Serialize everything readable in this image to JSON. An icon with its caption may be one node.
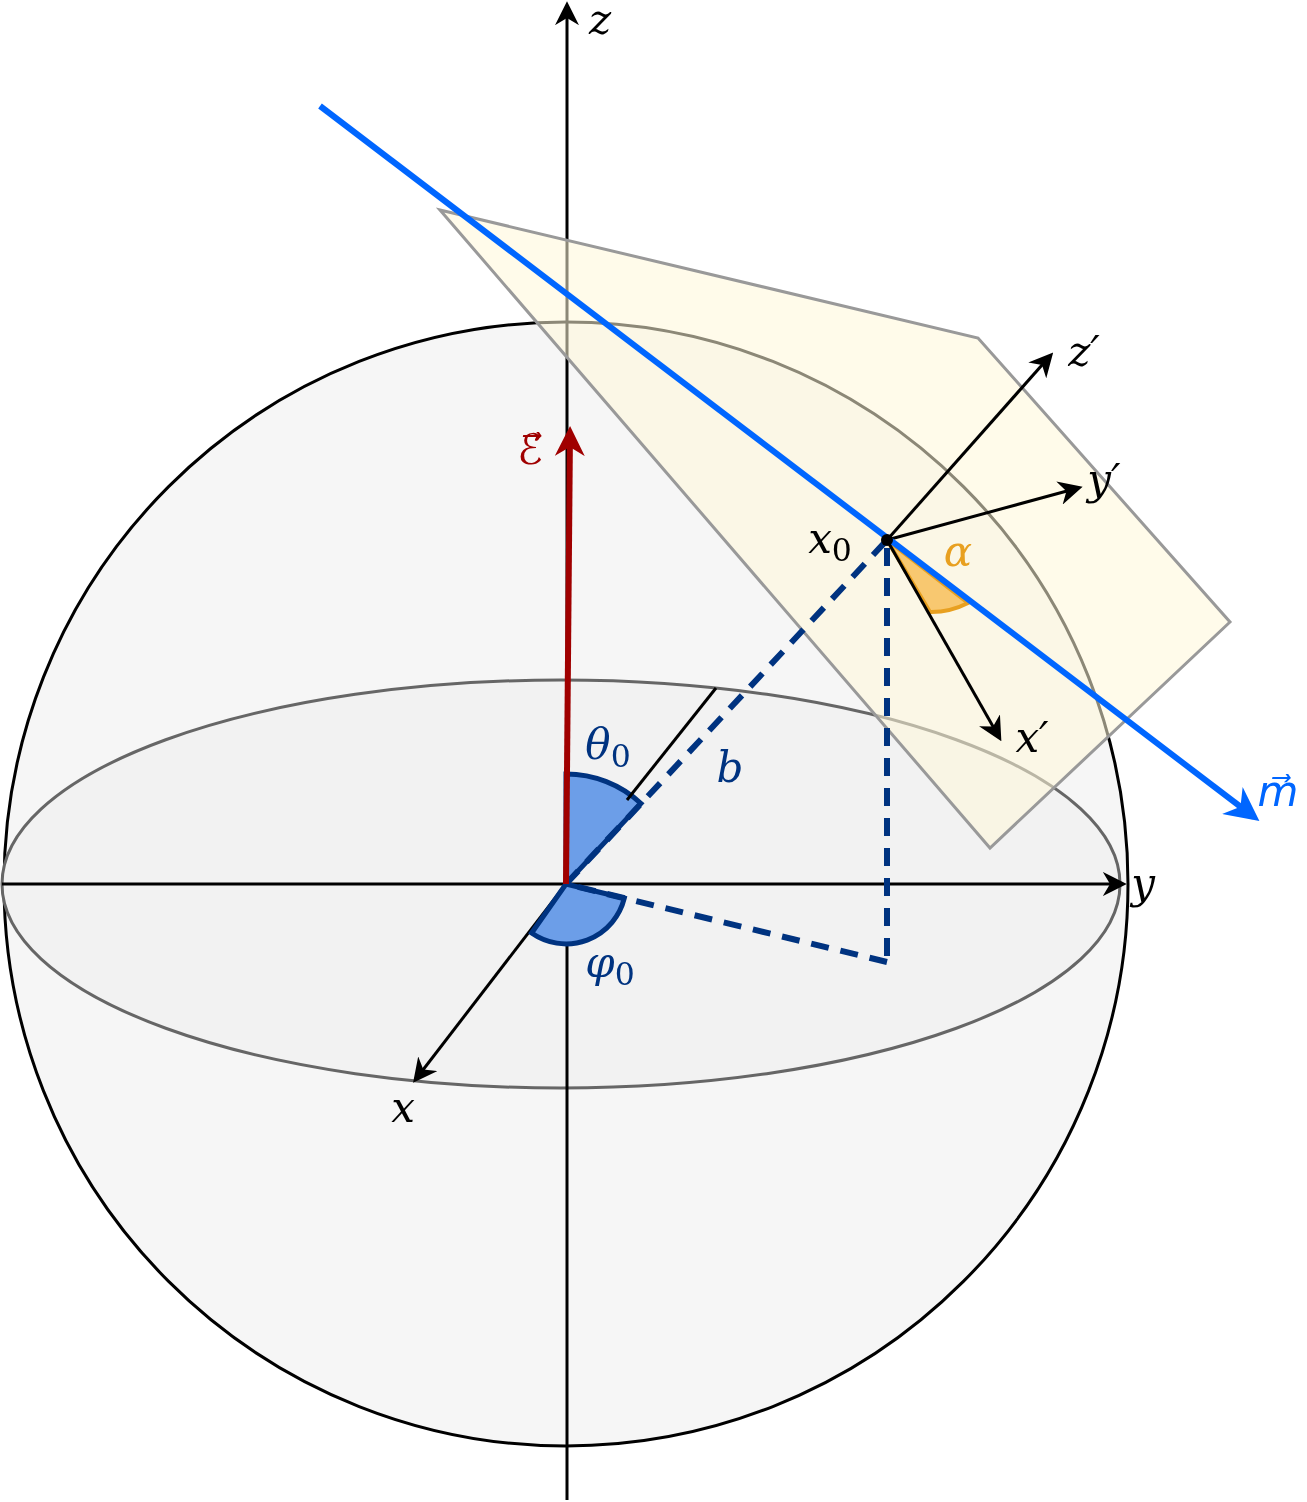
{
  "diagram": {
    "labels": [
      "z",
      "z′",
      "ℰ⃗",
      "y′",
      "x$_{0}$",
      "α",
      "x′",
      "θ$_{0}$",
      "b",
      "m⃗",
      "y",
      "φ$_{0}$",
      "x"
    ]
  }
}
